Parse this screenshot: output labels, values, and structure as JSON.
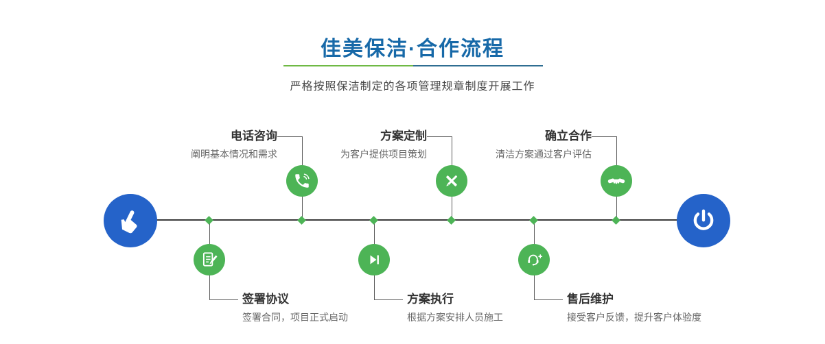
{
  "header": {
    "title": "佳美保洁·合作流程",
    "subtitle": "严格按照保洁制定的各项管理规章制度开展工作"
  },
  "timeline": {
    "start_icon": "pointer-hand-icon",
    "end_icon": "power-icon",
    "steps_top": [
      {
        "title": "电话咨询",
        "desc": "阐明基本情况和需求",
        "icon": "phone-icon"
      },
      {
        "title": "方案定制",
        "desc": "为客户提供项目策划",
        "icon": "design-tools-icon"
      },
      {
        "title": "确立合作",
        "desc": "清洁方案通过客户评估",
        "icon": "handshake-icon"
      }
    ],
    "steps_bottom": [
      {
        "title": "签署协议",
        "desc": "签署合同，项目正式启动",
        "icon": "contract-icon"
      },
      {
        "title": "方案执行",
        "desc": "根据方案安排人员施工",
        "icon": "play-icon"
      },
      {
        "title": "售后维护",
        "desc": "接受客户反馈，提升客户体验度",
        "icon": "headset-icon"
      }
    ]
  },
  "colors": {
    "title_blue": "#1769a8",
    "node_green": "#4db456",
    "end_blue": "#2563c9",
    "line_dark": "#3a3a3a",
    "divider_green": "#6fb944",
    "divider_blue": "#2f6e92"
  }
}
